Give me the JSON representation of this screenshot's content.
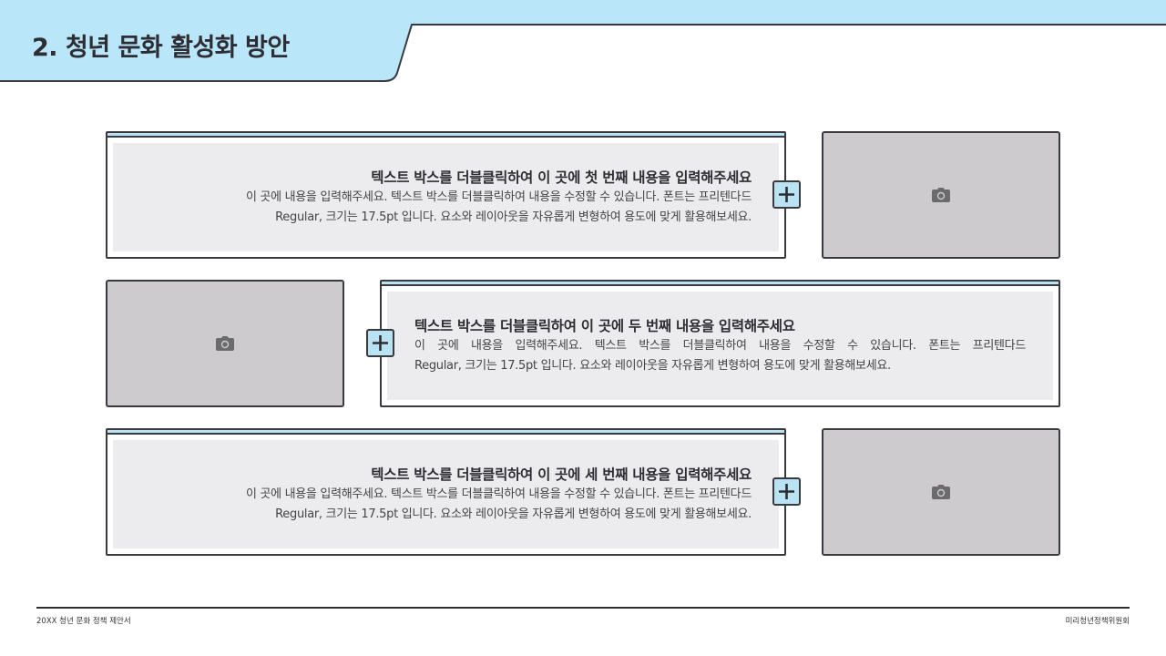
{
  "header": {
    "title": "2. 청년 문화 활성화 방안",
    "band_color": "#b9e6f9"
  },
  "sections": [
    {
      "title": "텍스트 박스를 더블클릭하여 이 곳에 첫 번째 내용을 입력해주세요",
      "body_line1": "이 곳에 내용을 입력해주세요. 텍스트 박스를 더블클릭하여 내용을 수정할 수 있습니다. 폰트는 프리텐다드",
      "body_line2": "Regular, 크기는 17.5pt 입니다. 요소와 레이아웃을 자유롭게 변형하여 용도에 맞게 활용해보세요.",
      "image_icon": "camera-icon",
      "add_icon": "plus-icon"
    },
    {
      "title": "텍스트 박스를 더블클릭하여 이 곳에 두 번째 내용을 입력해주세요",
      "body_line1": "이 곳에 내용을 입력해주세요. 텍스트 박스를 더블클릭하여 내용을 수정할 수 있습니다. 폰트는 프리텐다드",
      "body_line2": "Regular, 크기는 17.5pt 입니다. 요소와 레이아웃을 자유롭게 변형하여 용도에 맞게 활용해보세요.",
      "image_icon": "camera-icon",
      "add_icon": "plus-icon"
    },
    {
      "title": "텍스트 박스를 더블클릭하여 이 곳에 세 번째 내용을 입력해주세요",
      "body_line1": "이 곳에 내용을 입력해주세요. 텍스트 박스를 더블클릭하여 내용을 수정할 수 있습니다. 폰트는 프리텐다드",
      "body_line2": "Regular, 크기는 17.5pt 입니다. 요소와 레이아웃을 자유롭게 변형하여 용도에 맞게 활용해보세요.",
      "image_icon": "camera-icon",
      "add_icon": "plus-icon"
    }
  ],
  "footer": {
    "left": "20XX 청년 문화 정책 제안서",
    "right": "미리청년정책위원회"
  },
  "colors": {
    "accent": "#b9e3f2",
    "outline": "#3a3a3e",
    "card_fill": "#ecebed",
    "image_fill": "#cdcbce",
    "camera": "#6b6b6e"
  }
}
